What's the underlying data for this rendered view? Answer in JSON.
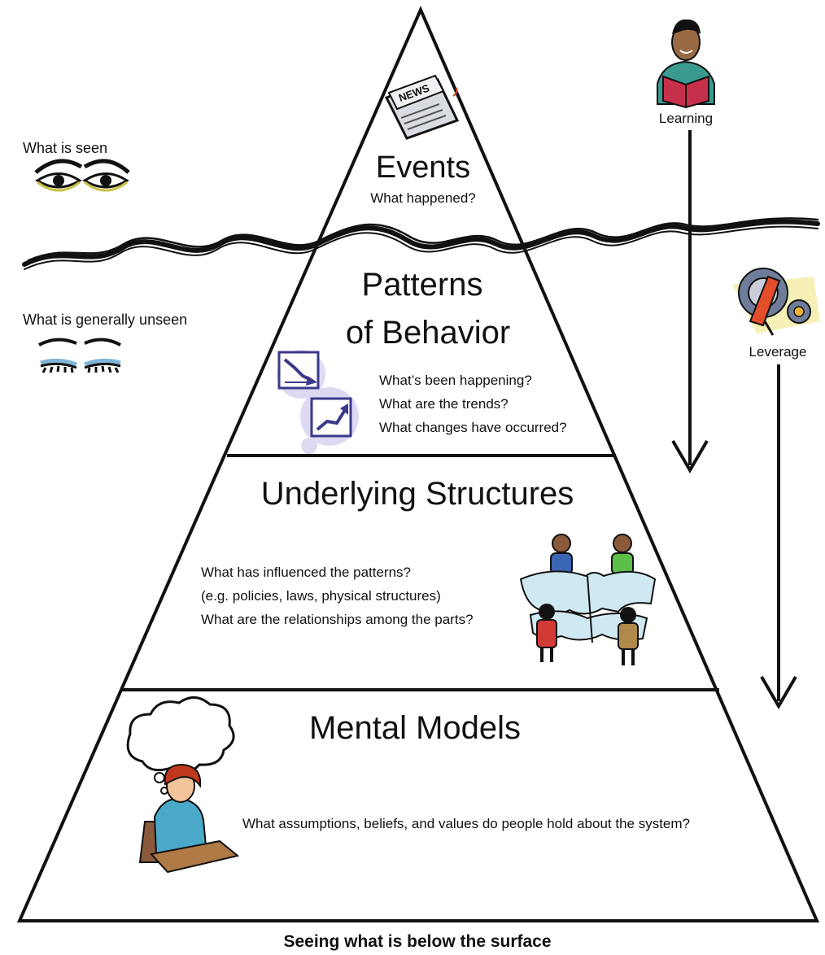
{
  "left_labels": {
    "seen": "What is seen",
    "unseen": "What is generally unseen"
  },
  "right_labels": {
    "learning": "Learning",
    "leverage": "Leverage"
  },
  "levels": {
    "events": {
      "title": "Events",
      "question": "What happened?"
    },
    "patterns": {
      "title_line1": "Patterns",
      "title_line2": "of Behavior",
      "questions": [
        "What’s been happening?",
        "What are the trends?",
        "What changes have occurred?"
      ]
    },
    "structures": {
      "title": "Underlying Structures",
      "questions": [
        "What has influenced the patterns?",
        "(e.g. policies, laws, physical structures)",
        "What are the relationships among the parts?"
      ]
    },
    "mental_models": {
      "title": "Mental Models",
      "question": "What assumptions, beliefs, and values do people hold about the system?"
    }
  },
  "newspaper_text": "NEWS",
  "caption": "Seeing what is below the surface",
  "icons": [
    "newspaper-icon",
    "reading-person-icon",
    "eyes-open-icon",
    "eyes-closed-icon",
    "chart-down-icon",
    "chart-up-icon",
    "gears-icon",
    "puzzle-people-icon",
    "thinking-woman-icon"
  ]
}
